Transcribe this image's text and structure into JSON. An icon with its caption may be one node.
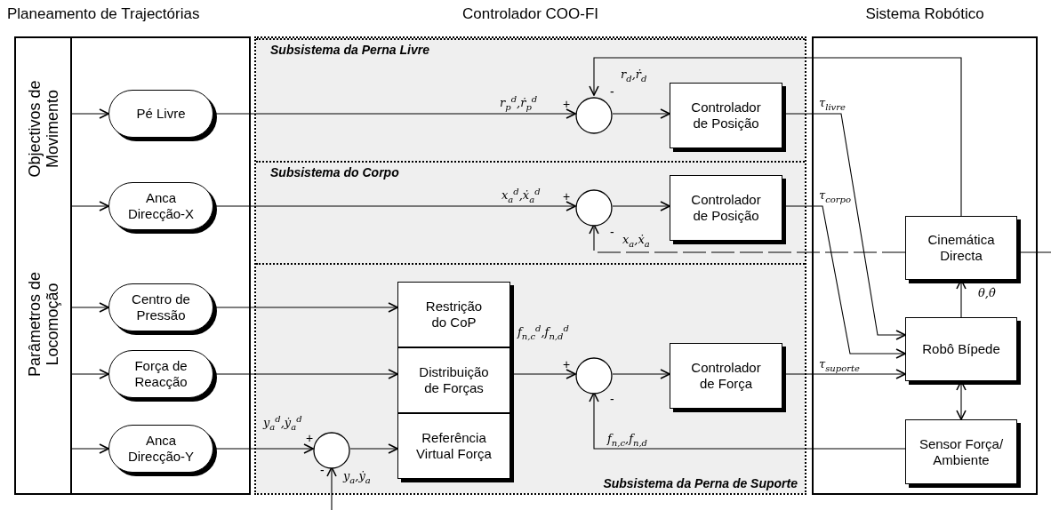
{
  "diagram": {
    "nodes": [
      {
        "text": [
          "Planeamento de Trajectórias",
          "Objectivos de Movimento",
          "Parâmetros de Locomoção"
        ]
      },
      {
        "text": [
          "Pé Livre"
        ],
        "in": 0
      },
      {
        "text": [
          "Anca Direcção-X"
        ],
        "in": 0
      },
      {
        "text": [
          "Centro de Pressão"
        ],
        "in": 0
      },
      {
        "text": [
          "Força de Reacção"
        ],
        "in": 0
      },
      {
        "text": [
          "Anca Direcção-Y"
        ],
        "in": 0
      },
      {
        "text": [
          "Controlador COO-FI"
        ]
      },
      {
        "text": [
          "Subsistema da Perna Livre"
        ],
        "in": 6
      },
      {
        "text": [],
        "shape": "circle",
        "in": 7
      },
      {
        "text": [
          "Controlador de Posição"
        ],
        "in": 7
      },
      {
        "text": [
          "Subsistema do Corpo"
        ],
        "in": 6
      },
      {
        "text": [],
        "shape": "circle",
        "in": 10
      },
      {
        "text": [
          "Controlador de Posição"
        ],
        "in": 10
      },
      {
        "text": [
          "Subsistema da Perna de Suporte"
        ],
        "in": 6
      },
      {
        "text": [
          "Restrição do CoP"
        ],
        "in": 13
      },
      {
        "text": [
          "Distribuição de Forças"
        ],
        "in": 13
      },
      {
        "text": [
          "Referência Virtual Força"
        ],
        "in": 13
      },
      {
        "text": [],
        "shape": "circle",
        "in": 13
      },
      {
        "text": [
          "Controlador de Força"
        ],
        "in": 13
      },
      {
        "text": [],
        "shape": "circle",
        "in": 13
      },
      {
        "text": [
          "Sistema Robótico"
        ]
      },
      {
        "text": [
          "Cinemática Directa"
        ],
        "in": 20
      },
      {
        "text": [
          "Robô Bípede"
        ],
        "in": 20
      },
      {
        "text": [
          "Sensor Força/ Ambiente"
        ],
        "in": 20
      }
    ],
    "edges": [
      {
        "from": null,
        "to": 1,
        "arrow": "to"
      },
      {
        "from": null,
        "to": 2,
        "arrow": "to"
      },
      {
        "from": null,
        "to": 3,
        "arrow": "to"
      },
      {
        "from": null,
        "to": 4,
        "arrow": "to"
      },
      {
        "from": null,
        "to": 5,
        "arrow": "to"
      },
      {
        "from": 1,
        "to": 8,
        "arrow": "to",
        "label": "r$_{p}$$^{d}$,ṙ$_{p}$$^{d}$"
      },
      {
        "from": 8,
        "to": 9,
        "arrow": "to"
      },
      {
        "from": 21,
        "to": 8,
        "arrow": "to",
        "label": "r$_{d}$,ṙ$_{d}$"
      },
      {
        "from": 9,
        "to": 22,
        "arrow": "to",
        "label": "τ$_{livre}$"
      },
      {
        "from": 2,
        "to": 11,
        "arrow": "to",
        "label": "x$_{a}$$^{d}$,ẋ$_{a}$$^{d}$"
      },
      {
        "from": 11,
        "to": 12,
        "arrow": "to"
      },
      {
        "from": 12,
        "to": 22,
        "arrow": "to",
        "label": "τ$_{corpo}$"
      },
      {
        "from": 21,
        "to": 11,
        "arrow": "to",
        "label": "x$_{a}$,ẋ$_{a}$",
        "style": "dashed"
      },
      {
        "from": 21,
        "to": null,
        "arrow": "none"
      },
      {
        "from": 3,
        "to": 14,
        "arrow": "to"
      },
      {
        "from": 4,
        "to": 15,
        "arrow": "to"
      },
      {
        "from": 5,
        "to": 19,
        "arrow": "to",
        "label": "y$_{a}$$^{d}$,ẏ$_{a}$$^{d}$"
      },
      {
        "from": 19,
        "to": 16,
        "arrow": "to"
      },
      {
        "from": null,
        "to": 19,
        "arrow": "to",
        "label": "y$_{a}$,ẏ$_{a}$"
      },
      {
        "from": 15,
        "to": 17,
        "arrow": "to",
        "label": "f$_{n,c}$$^{d}$,f$_{n,d}$$^{d}$"
      },
      {
        "from": 17,
        "to": 18,
        "arrow": "to"
      },
      {
        "from": 18,
        "to": 22,
        "arrow": "to",
        "label": "τ$_{suporte}$"
      },
      {
        "from": 23,
        "to": 17,
        "arrow": "to",
        "label": "f$_{n,c}$,f$_{n,d}$"
      },
      {
        "from": 22,
        "to": 21,
        "arrow": "to",
        "label": "θ,θ̇"
      },
      {
        "from": 22,
        "to": 23,
        "arrow": "both"
      }
    ],
    "labels": [
      "+",
      "-",
      "+",
      "-",
      "+",
      "-",
      "+",
      "-"
    ]
  }
}
